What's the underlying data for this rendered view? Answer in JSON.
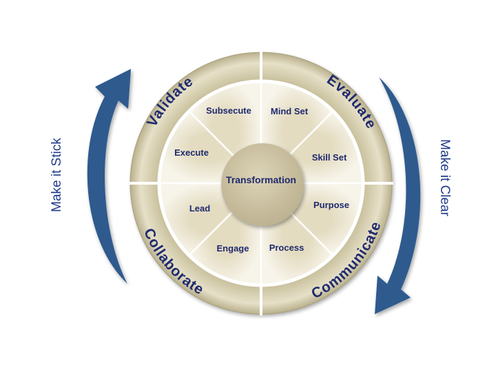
{
  "diagram": {
    "center": {
      "label": "Transformation"
    },
    "quadrants": [
      {
        "label": "Validate",
        "key": "validate"
      },
      {
        "label": "Evaluate",
        "key": "evaluate"
      },
      {
        "label": "Communicate",
        "key": "communicate"
      },
      {
        "label": "Collaborate",
        "key": "collaborate"
      }
    ],
    "segments": [
      {
        "label": "Mind Set"
      },
      {
        "label": "Skill Set"
      },
      {
        "label": "Purpose"
      },
      {
        "label": "Process"
      },
      {
        "label": "Engage"
      },
      {
        "label": "Lead"
      },
      {
        "label": "Execute"
      },
      {
        "label": "Subsecute"
      }
    ],
    "side_labels": {
      "left": "Make it Stick",
      "right": "Make it Clear"
    },
    "colors": {
      "ring": "#d8d1b2",
      "segment_fill": "#f3eedd",
      "center_fill": "#cfc5a3",
      "text": "#1f2a6e",
      "arrow": "#2f5a8e"
    }
  }
}
